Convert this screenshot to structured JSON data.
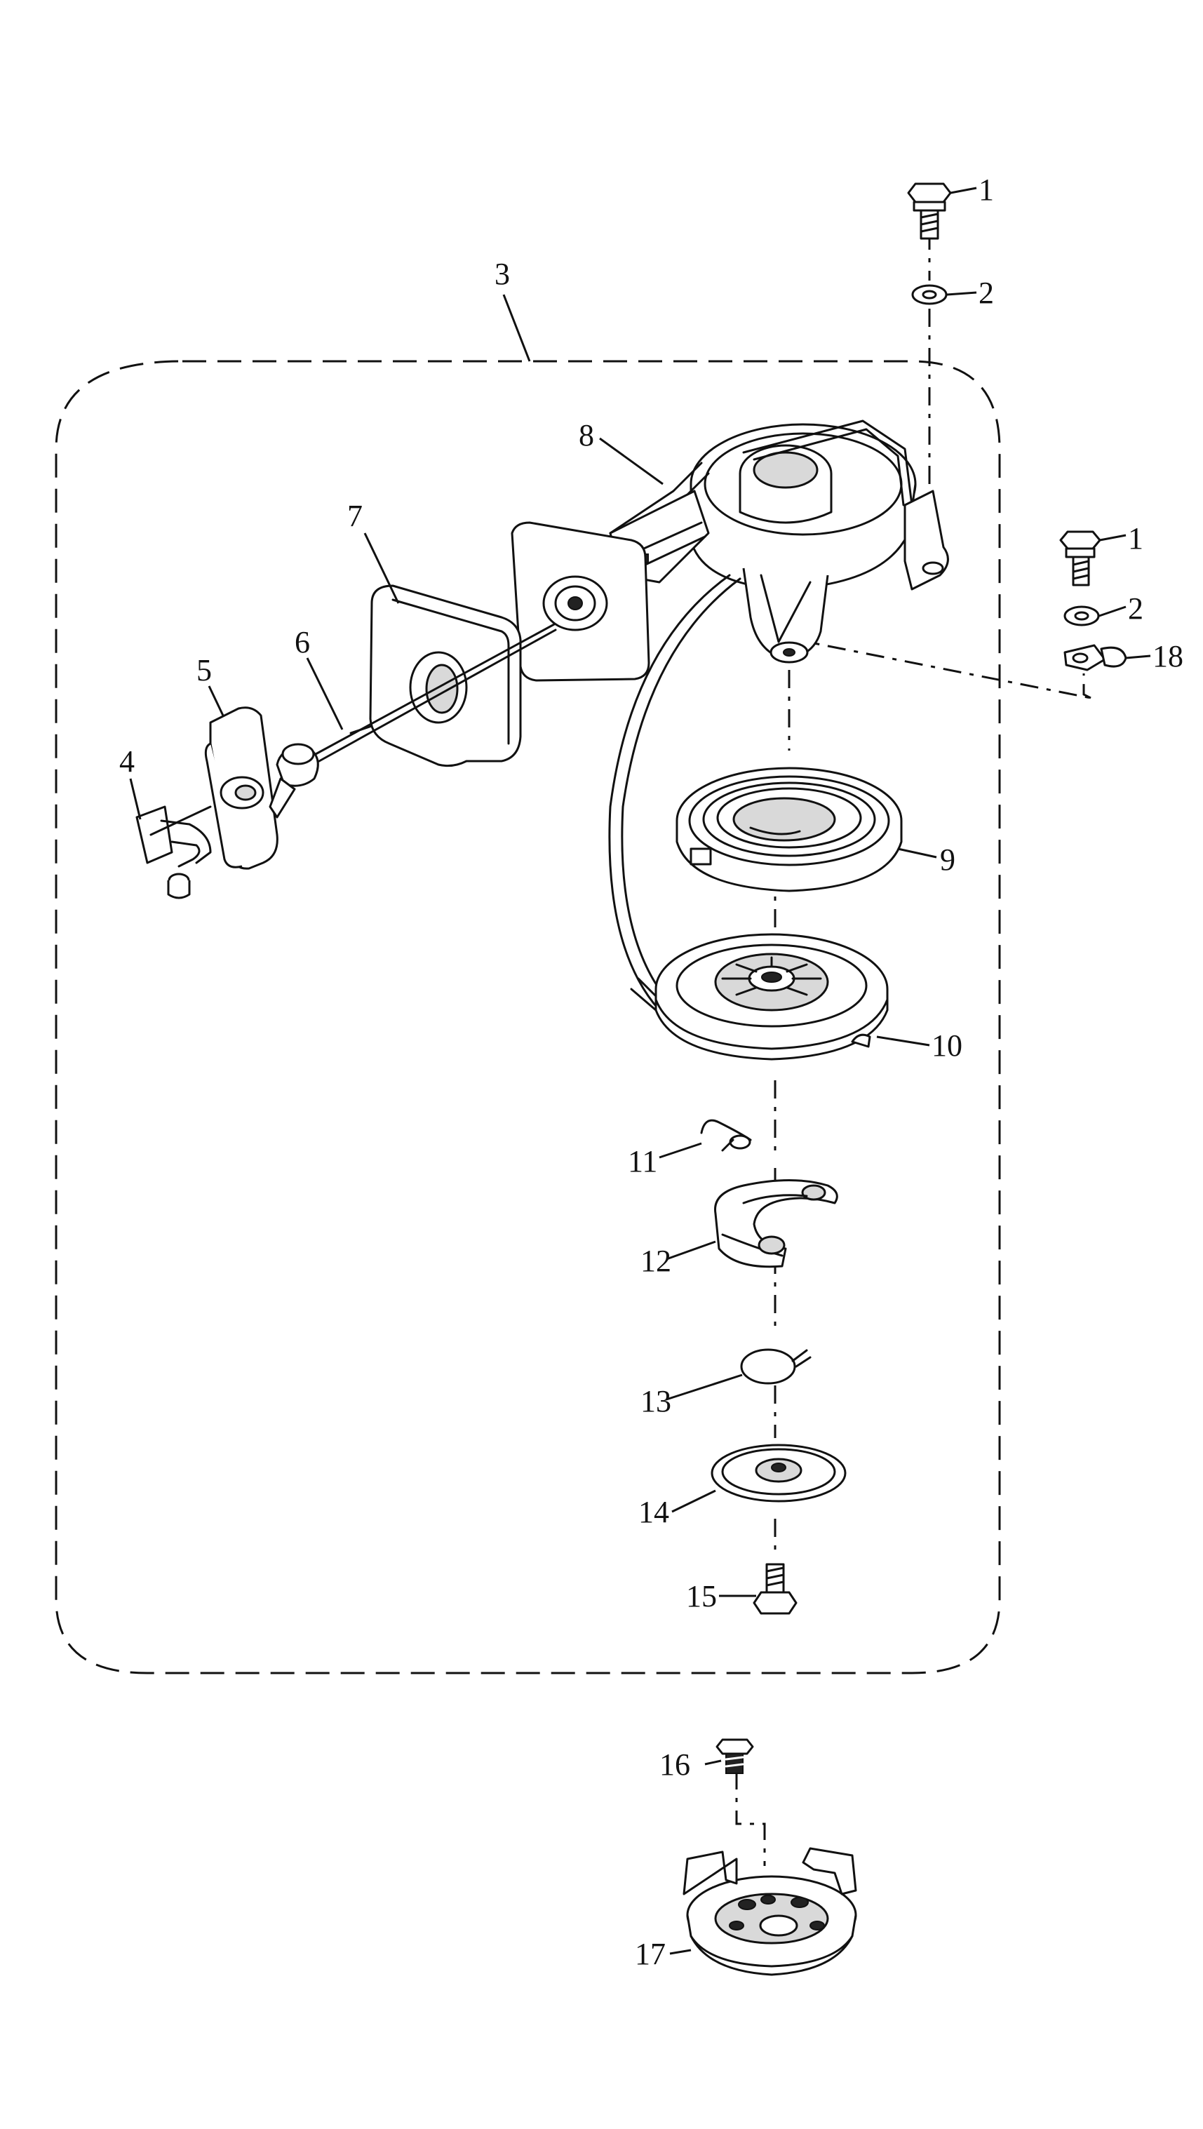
{
  "diagram": {
    "labels": {
      "p1a": "1",
      "p2a": "2",
      "p3": "3",
      "p1b": "1",
      "p2b": "2",
      "p18": "18",
      "p8": "8",
      "p7": "7",
      "p6": "6",
      "p5": "5",
      "p4": "4",
      "p9": "9",
      "p10": "10",
      "p11": "11",
      "p12": "12",
      "p13": "13",
      "p14": "14",
      "p15": "15",
      "p16": "16",
      "p17": "17"
    }
  }
}
